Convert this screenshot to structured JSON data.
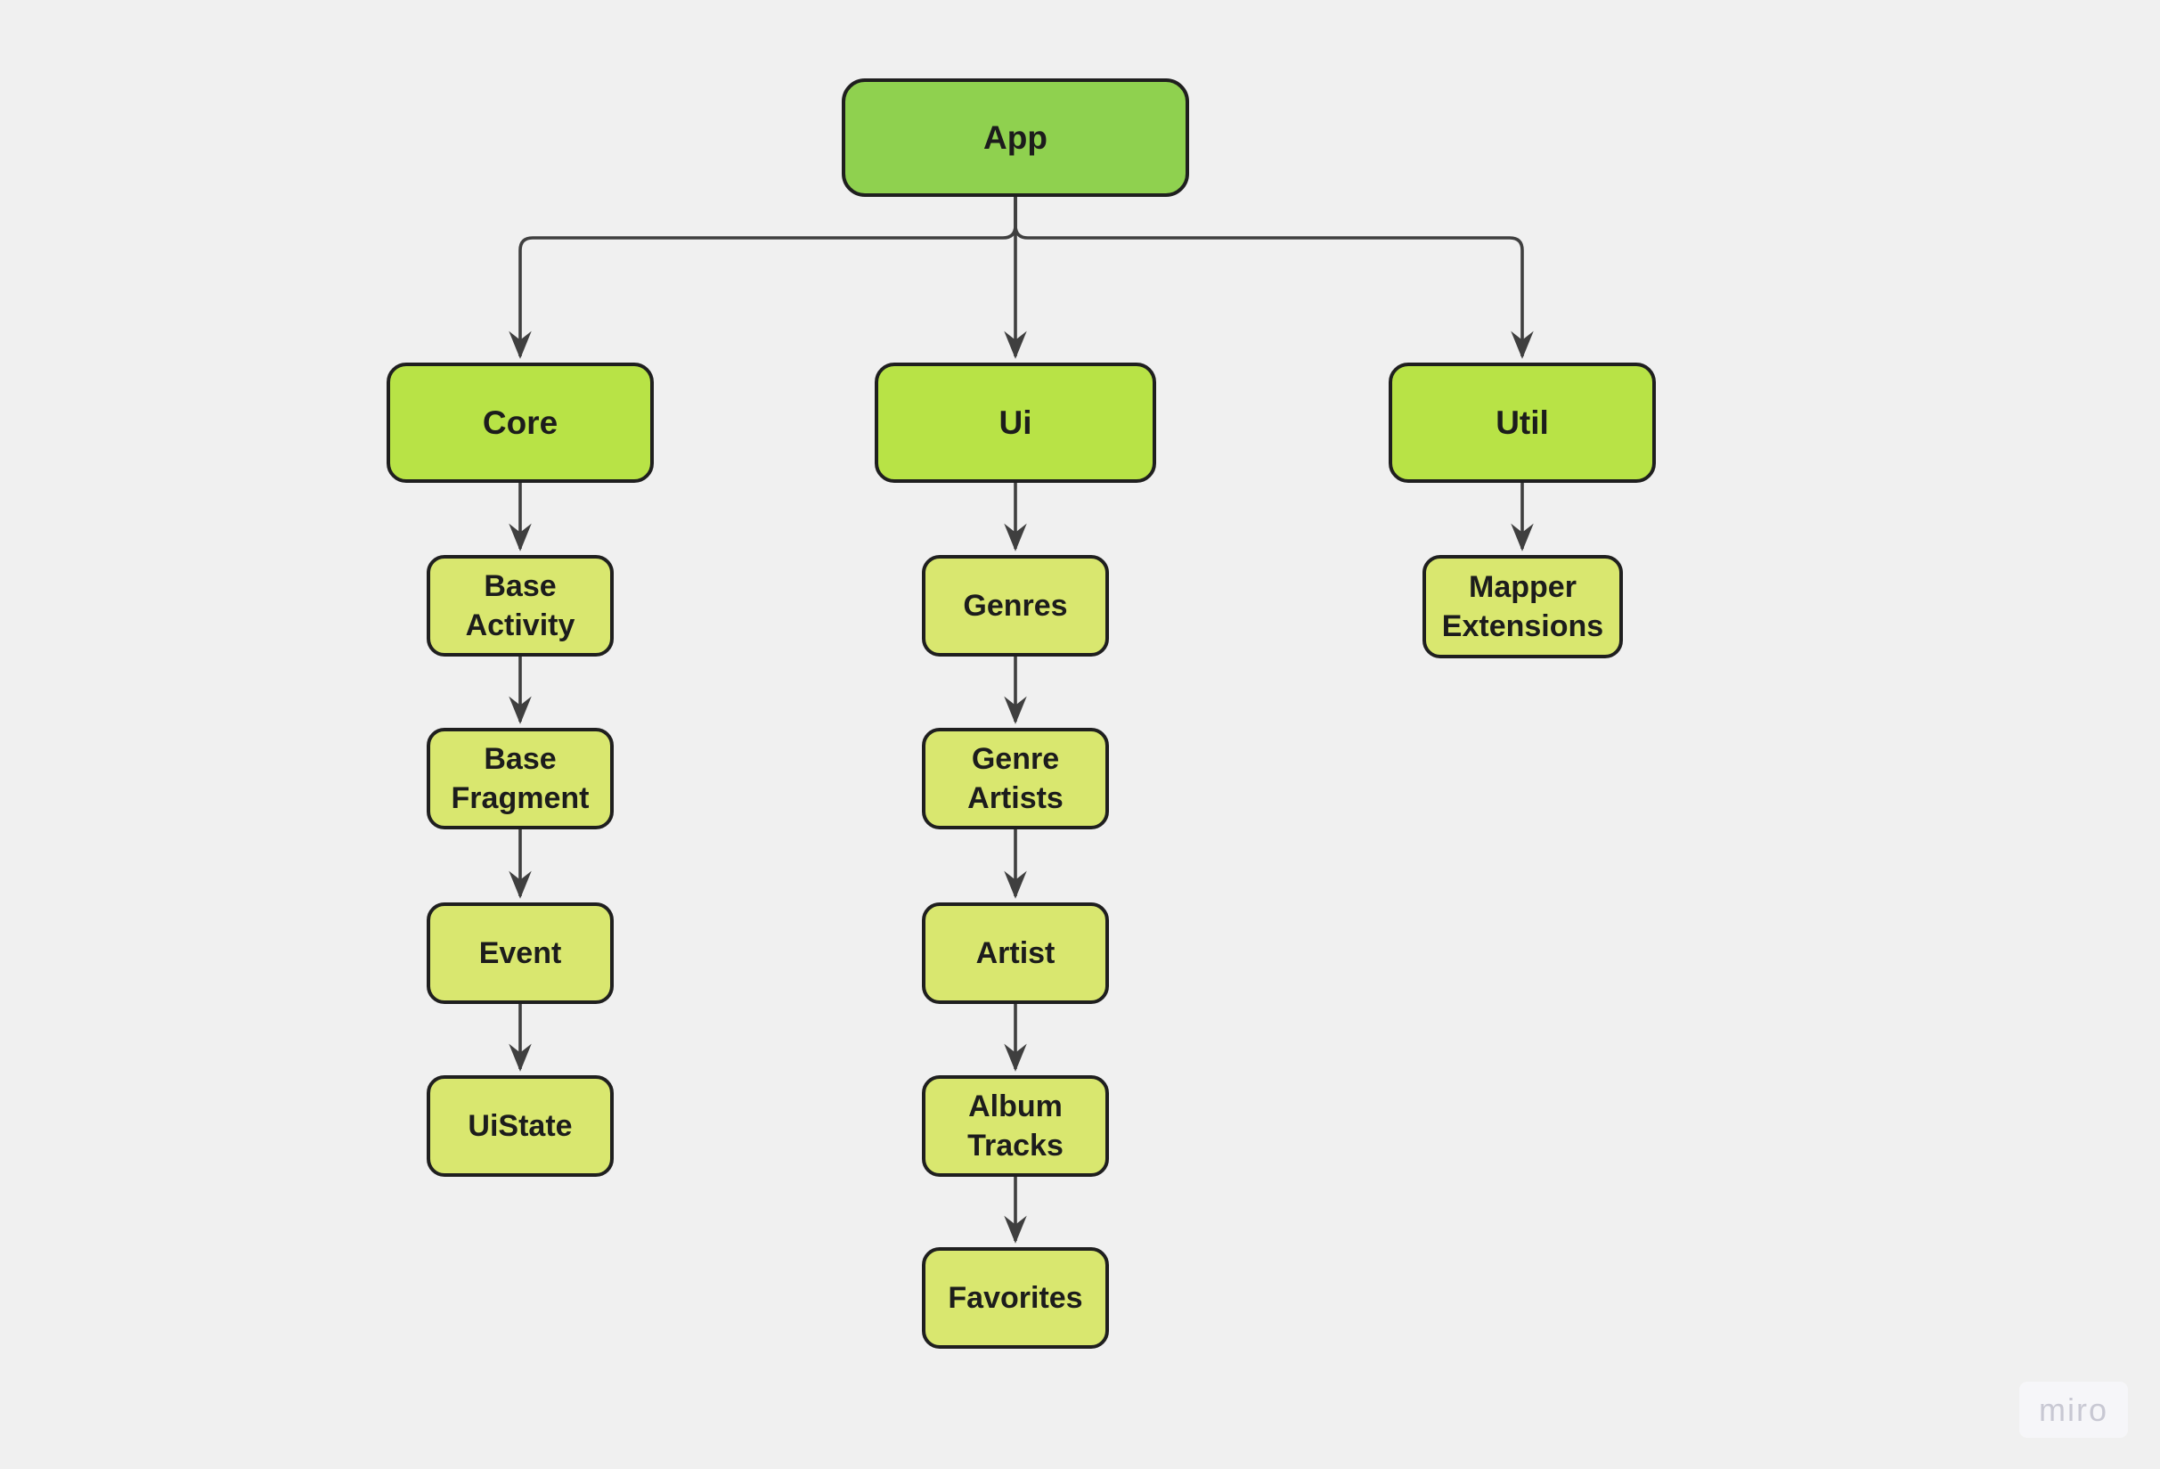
{
  "colors": {
    "background": "#f0f0f0",
    "root_fill": "#8fd14f",
    "branch_fill": "#b8e346",
    "leaf_fill": "#d9e76f",
    "node_border": "#1f1f1f",
    "connector": "#3f3f3f",
    "text": "#1c1c1c",
    "watermark_text": "#c8c8d3"
  },
  "diagram": {
    "type": "tree",
    "nodes": {
      "app": {
        "label": "App",
        "lines": [
          "App"
        ]
      },
      "core": {
        "label": "Core",
        "lines": [
          "Core"
        ]
      },
      "ui": {
        "label": "Ui",
        "lines": [
          "Ui"
        ]
      },
      "util": {
        "label": "Util",
        "lines": [
          "Util"
        ]
      },
      "base_activity": {
        "label": "Base Activity",
        "lines": [
          "Base",
          "Activity"
        ]
      },
      "base_fragment": {
        "label": "Base Fragment",
        "lines": [
          "Base",
          "Fragment"
        ]
      },
      "event": {
        "label": "Event",
        "lines": [
          "Event"
        ]
      },
      "uistate": {
        "label": "UiState",
        "lines": [
          "UiState"
        ]
      },
      "genres": {
        "label": "Genres",
        "lines": [
          "Genres"
        ]
      },
      "genre_artists": {
        "label": "Genre Artists",
        "lines": [
          "Genre",
          "Artists"
        ]
      },
      "artist": {
        "label": "Artist",
        "lines": [
          "Artist"
        ]
      },
      "album_tracks": {
        "label": "Album Tracks",
        "lines": [
          "Album",
          "Tracks"
        ]
      },
      "favorites": {
        "label": "Favorites",
        "lines": [
          "Favorites"
        ]
      },
      "mapper_extensions": {
        "label": "Mapper Extensions",
        "lines": [
          "Mapper",
          "Extensions"
        ]
      }
    },
    "edges": [
      {
        "from": "App",
        "to": "Core"
      },
      {
        "from": "App",
        "to": "Ui"
      },
      {
        "from": "App",
        "to": "Util"
      },
      {
        "from": "Core",
        "to": "Base Activity"
      },
      {
        "from": "Base Activity",
        "to": "Base Fragment"
      },
      {
        "from": "Base Fragment",
        "to": "Event"
      },
      {
        "from": "Event",
        "to": "UiState"
      },
      {
        "from": "Ui",
        "to": "Genres"
      },
      {
        "from": "Genres",
        "to": "Genre Artists"
      },
      {
        "from": "Genre Artists",
        "to": "Artist"
      },
      {
        "from": "Artist",
        "to": "Album Tracks"
      },
      {
        "from": "Album Tracks",
        "to": "Favorites"
      },
      {
        "from": "Util",
        "to": "Mapper Extensions"
      }
    ]
  },
  "watermark": {
    "label": "miro"
  }
}
